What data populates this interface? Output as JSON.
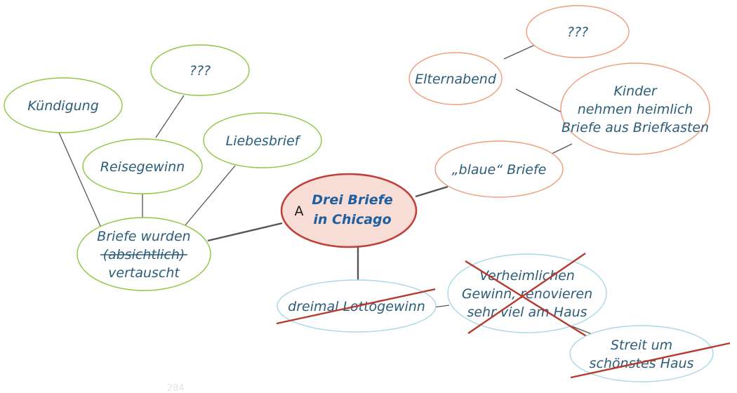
{
  "colors": {
    "green": "#8dc63f",
    "orange": "#f09a7c",
    "blue": "#a8d8e8",
    "center_border": "#c0403a",
    "center_fill": "#f8dcd6",
    "connector": "#555555",
    "strike": "#b5392c",
    "text": "#2a5d7a",
    "center_text": "#1d5fa0"
  },
  "center": {
    "letter": "A",
    "lines": [
      "Drei Briefe",
      "in Chicago"
    ]
  },
  "nodes": {
    "kuendigung": {
      "lines": [
        "Kündigung"
      ]
    },
    "fragen_gruen": {
      "lines": [
        "???"
      ]
    },
    "reisegewinn": {
      "lines": [
        "Reisegewinn"
      ]
    },
    "liebesbrief": {
      "lines": [
        "Liebesbrief"
      ]
    },
    "vertauscht": {
      "lines": [
        "Briefe wurden",
        "(absichtlich)",
        "vertauscht"
      ]
    },
    "elternabend": {
      "lines": [
        "Elternabend"
      ]
    },
    "fragen_orange": {
      "lines": [
        "???"
      ]
    },
    "kinder": {
      "lines": [
        "Kinder",
        "nehmen heimlich",
        "Briefe aus Briefkasten"
      ]
    },
    "blaue_briefe": {
      "lines": [
        "„blaue“ Briefe"
      ]
    },
    "lottogewinn": {
      "lines": [
        "dreimal Lottogewinn"
      ]
    },
    "verheimlichen": {
      "lines": [
        "Verheimlichen",
        "Gewinn, renovieren",
        "sehr viel am Haus"
      ]
    },
    "streit": {
      "lines": [
        "Streit um",
        "schönstes Haus"
      ]
    }
  },
  "faint_text": "284"
}
